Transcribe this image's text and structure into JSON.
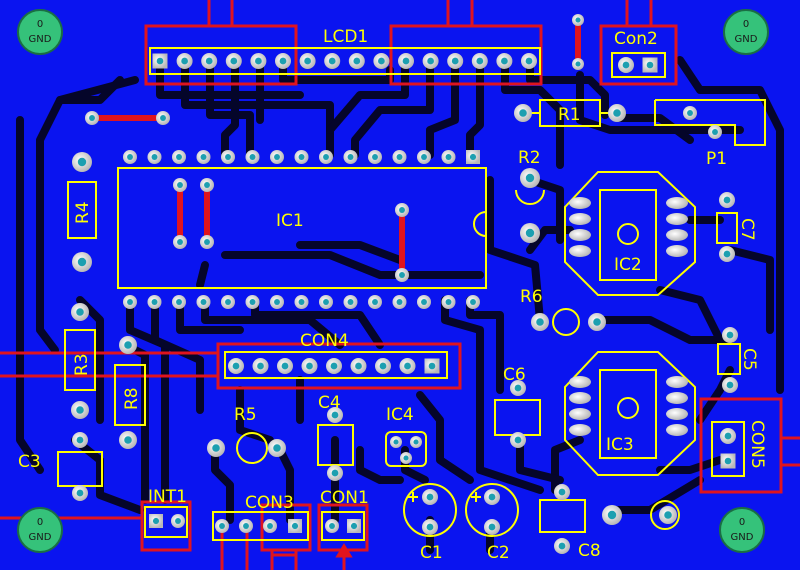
{
  "board": {
    "labels": {
      "lcd1": "LCD1",
      "con2": "Con2",
      "r1": "R1",
      "p1": "P1",
      "r2": "R2",
      "ic1": "IC1",
      "r4": "R4",
      "ic2": "IC2",
      "c7": "C7",
      "r6": "R6",
      "con4": "CON4",
      "r3": "R3",
      "r8": "R8",
      "c5": "C5",
      "c6": "C6",
      "c4": "C4",
      "r5": "R5",
      "ic4": "IC4",
      "ic3": "IC3",
      "con5": "CON5",
      "c3": "C3",
      "int1": "INT1",
      "con3": "CON3",
      "con1": "CON1",
      "c1": "C1",
      "c2": "C2",
      "c8": "C8"
    },
    "mounting_holes": [
      {
        "zero": "0",
        "label": "GND"
      },
      {
        "zero": "0",
        "label": "GND"
      },
      {
        "zero": "0",
        "label": "GND"
      },
      {
        "zero": "0",
        "label": "GND"
      }
    ],
    "colors": {
      "board": "#0a14f0",
      "track": "#05052a",
      "silkscreen": "#ffff00",
      "highlight": "#e0141e",
      "pad": "#d9d9d9",
      "hole": "#1c9fb0",
      "mount": "#35c27a"
    }
  }
}
